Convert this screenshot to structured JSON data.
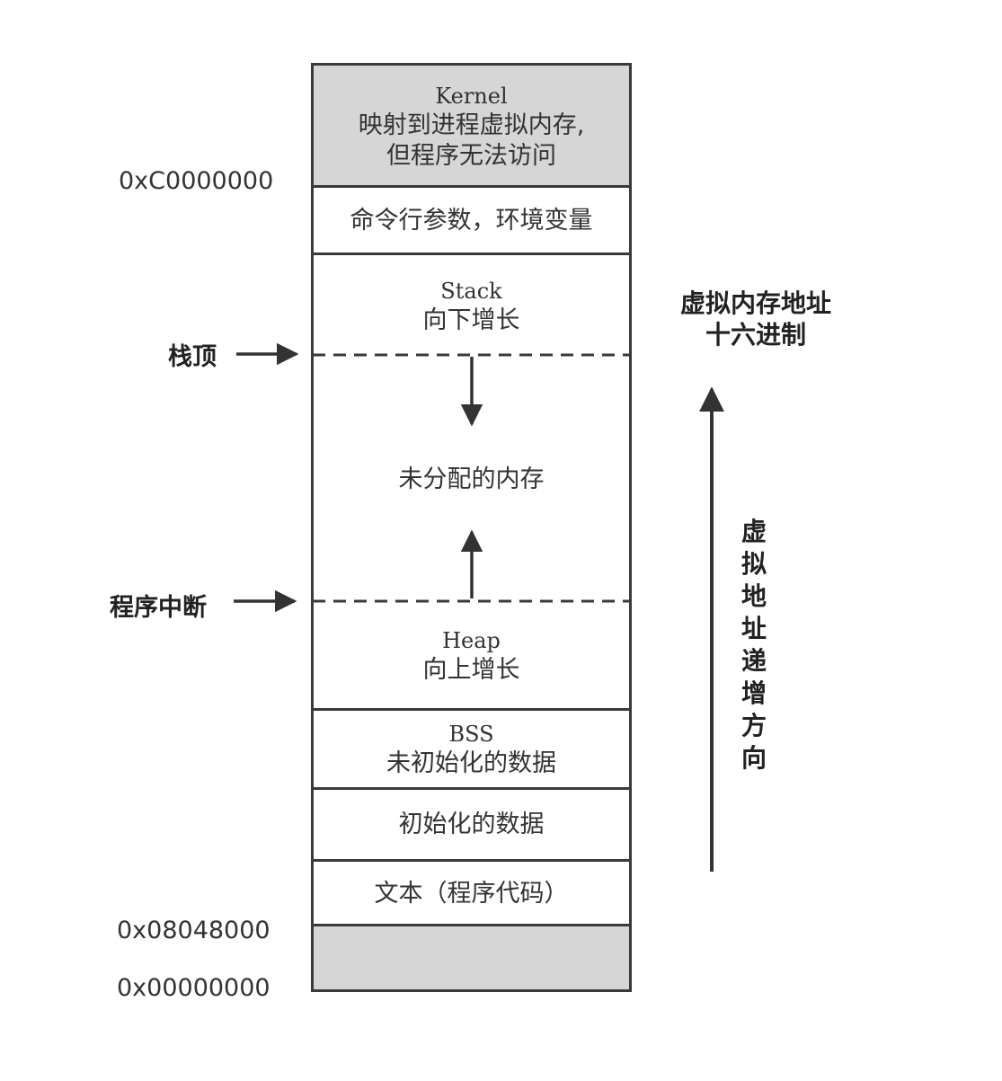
{
  "segments": {
    "kernel": {
      "title": "Kernel",
      "line1": "映射到进程虚拟内存,",
      "line2": "但程序无法访问"
    },
    "args": {
      "label": "命令行参数，环境变量"
    },
    "stack": {
      "title": "Stack",
      "desc": "向下增长"
    },
    "unallocated": {
      "label": "未分配的内存"
    },
    "heap": {
      "title": "Heap",
      "desc": "向上增长"
    },
    "bss": {
      "title": "BSS",
      "desc": "未初始化的数据"
    },
    "data": {
      "label": "初始化的数据"
    },
    "text": {
      "label": "文本（程序代码）"
    }
  },
  "addresses": {
    "kernel_start": "0xC0000000",
    "text_start": "0x08048000",
    "zero": "0x00000000"
  },
  "pointers": {
    "stack_top": "栈顶",
    "program_break": "程序中断"
  },
  "axis": {
    "title_line1": "虚拟内存地址",
    "title_line2": "十六进制",
    "direction": "虚拟地址递增方向"
  },
  "colors": {
    "line": "#3a3a3a",
    "reserved_fill": "#d6d6d6"
  }
}
